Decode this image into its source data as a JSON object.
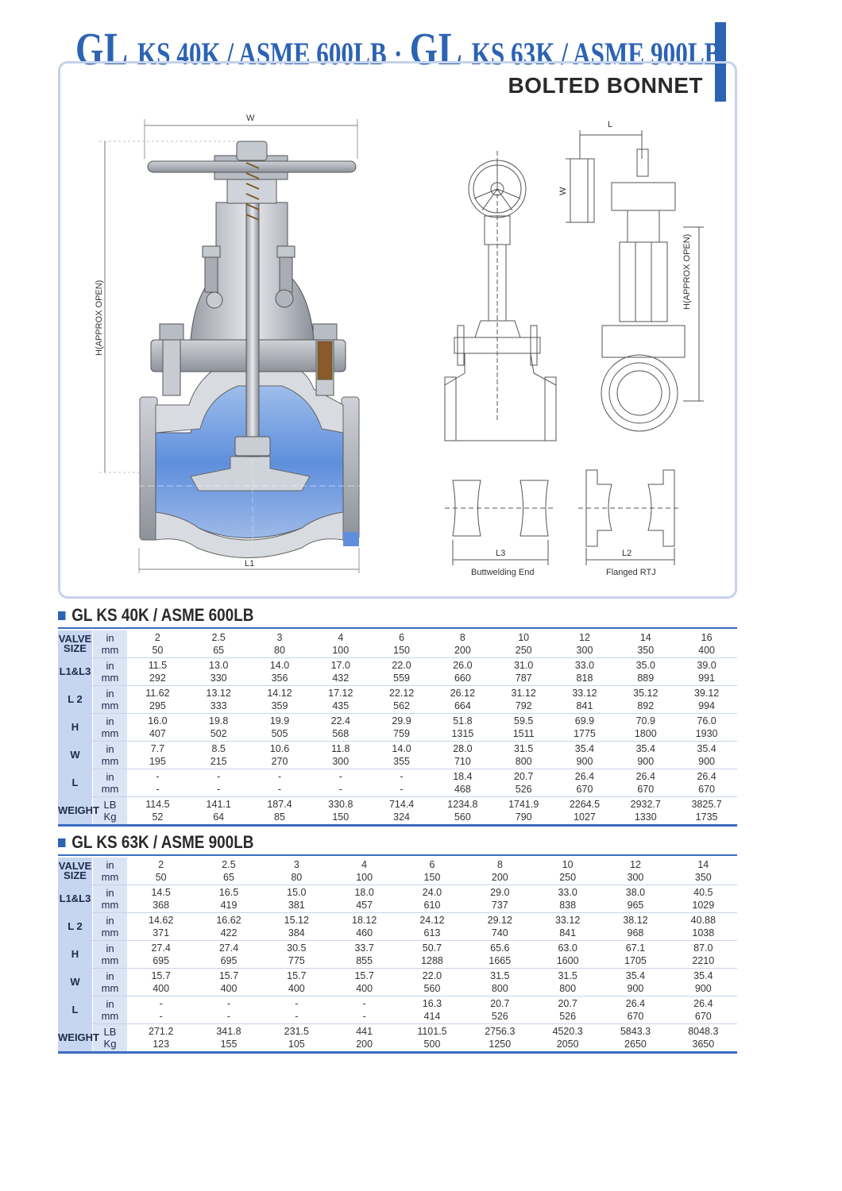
{
  "header": {
    "title_part1_gl": "GL",
    "title_part1_spec": "KS 40K / ASME 600LB",
    "title_sep": "·",
    "title_part2_gl": "GL",
    "title_part2_spec": "KS 63K / ASME 900LB",
    "subtitle": "BOLTED BONNET"
  },
  "drawing_labels": {
    "w": "W",
    "h_approx_open": "H(APPROX OPEN)",
    "l1": "L1",
    "l": "L",
    "w2": "W",
    "h_approx_open_2": "H(APPROX OPEN)",
    "l3": "L3",
    "l2": "L2",
    "buttwelding": "Buttwelding End",
    "flanged_rtj": "Flanged RTJ"
  },
  "colors": {
    "accent": "#2c63b3",
    "header_cell": "#c7d6f0",
    "unit_cell": "#d9e4f5"
  },
  "tables": [
    {
      "title": "GL KS 40K / ASME 600LB",
      "rows": [
        {
          "label": [
            "VALVE",
            "SIZE"
          ],
          "units": [
            "in",
            "mm"
          ],
          "values": [
            [
              "2",
              "50"
            ],
            [
              "2.5",
              "65"
            ],
            [
              "3",
              "80"
            ],
            [
              "4",
              "100"
            ],
            [
              "6",
              "150"
            ],
            [
              "8",
              "200"
            ],
            [
              "10",
              "250"
            ],
            [
              "12",
              "300"
            ],
            [
              "14",
              "350"
            ],
            [
              "16",
              "400"
            ]
          ]
        },
        {
          "label": [
            "L1&L3"
          ],
          "units": [
            "in",
            "mm"
          ],
          "values": [
            [
              "11.5",
              "292"
            ],
            [
              "13.0",
              "330"
            ],
            [
              "14.0",
              "356"
            ],
            [
              "17.0",
              "432"
            ],
            [
              "22.0",
              "559"
            ],
            [
              "26.0",
              "660"
            ],
            [
              "31.0",
              "787"
            ],
            [
              "33.0",
              "818"
            ],
            [
              "35.0",
              "889"
            ],
            [
              "39.0",
              "991"
            ]
          ]
        },
        {
          "label": [
            "L 2"
          ],
          "units": [
            "in",
            "mm"
          ],
          "values": [
            [
              "11.62",
              "295"
            ],
            [
              "13.12",
              "333"
            ],
            [
              "14.12",
              "359"
            ],
            [
              "17.12",
              "435"
            ],
            [
              "22.12",
              "562"
            ],
            [
              "26.12",
              "664"
            ],
            [
              "31.12",
              "792"
            ],
            [
              "33.12",
              "841"
            ],
            [
              "35.12",
              "892"
            ],
            [
              "39.12",
              "994"
            ]
          ]
        },
        {
          "label": [
            "H"
          ],
          "units": [
            "in",
            "mm"
          ],
          "values": [
            [
              "16.0",
              "407"
            ],
            [
              "19.8",
              "502"
            ],
            [
              "19.9",
              "505"
            ],
            [
              "22.4",
              "568"
            ],
            [
              "29.9",
              "759"
            ],
            [
              "51.8",
              "1315"
            ],
            [
              "59.5",
              "1511"
            ],
            [
              "69.9",
              "1775"
            ],
            [
              "70.9",
              "1800"
            ],
            [
              "76.0",
              "1930"
            ]
          ]
        },
        {
          "label": [
            "W"
          ],
          "units": [
            "in",
            "mm"
          ],
          "values": [
            [
              "7.7",
              "195"
            ],
            [
              "8.5",
              "215"
            ],
            [
              "10.6",
              "270"
            ],
            [
              "11.8",
              "300"
            ],
            [
              "14.0",
              "355"
            ],
            [
              "28.0",
              "710"
            ],
            [
              "31.5",
              "800"
            ],
            [
              "35.4",
              "900"
            ],
            [
              "35.4",
              "900"
            ],
            [
              "35.4",
              "900"
            ]
          ]
        },
        {
          "label": [
            "L"
          ],
          "units": [
            "in",
            "mm"
          ],
          "values": [
            [
              "-",
              "-"
            ],
            [
              "-",
              "-"
            ],
            [
              "-",
              "-"
            ],
            [
              "-",
              "-"
            ],
            [
              "-",
              "-"
            ],
            [
              "18.4",
              "468"
            ],
            [
              "20.7",
              "526"
            ],
            [
              "26.4",
              "670"
            ],
            [
              "26.4",
              "670"
            ],
            [
              "26.4",
              "670"
            ]
          ]
        },
        {
          "label": [
            "WEIGHT"
          ],
          "units": [
            "LB",
            "Kg"
          ],
          "values": [
            [
              "114.5",
              "52"
            ],
            [
              "141.1",
              "64"
            ],
            [
              "187.4",
              "85"
            ],
            [
              "330.8",
              "150"
            ],
            [
              "714.4",
              "324"
            ],
            [
              "1234.8",
              "560"
            ],
            [
              "1741.9",
              "790"
            ],
            [
              "2264.5",
              "1027"
            ],
            [
              "2932.7",
              "1330"
            ],
            [
              "3825.7",
              "1735"
            ]
          ]
        }
      ]
    },
    {
      "title": "GL KS 63K / ASME 900LB",
      "rows": [
        {
          "label": [
            "VALVE",
            "SIZE"
          ],
          "units": [
            "in",
            "mm"
          ],
          "values": [
            [
              "2",
              "50"
            ],
            [
              "2.5",
              "65"
            ],
            [
              "3",
              "80"
            ],
            [
              "4",
              "100"
            ],
            [
              "6",
              "150"
            ],
            [
              "8",
              "200"
            ],
            [
              "10",
              "250"
            ],
            [
              "12",
              "300"
            ],
            [
              "14",
              "350"
            ]
          ]
        },
        {
          "label": [
            "L1&L3"
          ],
          "units": [
            "in",
            "mm"
          ],
          "values": [
            [
              "14.5",
              "368"
            ],
            [
              "16.5",
              "419"
            ],
            [
              "15.0",
              "381"
            ],
            [
              "18.0",
              "457"
            ],
            [
              "24.0",
              "610"
            ],
            [
              "29.0",
              "737"
            ],
            [
              "33.0",
              "838"
            ],
            [
              "38.0",
              "965"
            ],
            [
              "40.5",
              "1029"
            ]
          ]
        },
        {
          "label": [
            "L 2"
          ],
          "units": [
            "in",
            "mm"
          ],
          "values": [
            [
              "14.62",
              "371"
            ],
            [
              "16.62",
              "422"
            ],
            [
              "15.12",
              "384"
            ],
            [
              "18.12",
              "460"
            ],
            [
              "24.12",
              "613"
            ],
            [
              "29.12",
              "740"
            ],
            [
              "33.12",
              "841"
            ],
            [
              "38.12",
              "968"
            ],
            [
              "40.88",
              "1038"
            ]
          ]
        },
        {
          "label": [
            "H"
          ],
          "units": [
            "in",
            "mm"
          ],
          "values": [
            [
              "27.4",
              "695"
            ],
            [
              "27.4",
              "695"
            ],
            [
              "30.5",
              "775"
            ],
            [
              "33.7",
              "855"
            ],
            [
              "50.7",
              "1288"
            ],
            [
              "65.6",
              "1665"
            ],
            [
              "63.0",
              "1600"
            ],
            [
              "67.1",
              "1705"
            ],
            [
              "87.0",
              "2210"
            ]
          ]
        },
        {
          "label": [
            "W"
          ],
          "units": [
            "in",
            "mm"
          ],
          "values": [
            [
              "15.7",
              "400"
            ],
            [
              "15.7",
              "400"
            ],
            [
              "15.7",
              "400"
            ],
            [
              "15.7",
              "400"
            ],
            [
              "22.0",
              "560"
            ],
            [
              "31.5",
              "800"
            ],
            [
              "31.5",
              "800"
            ],
            [
              "35.4",
              "900"
            ],
            [
              "35.4",
              "900"
            ]
          ]
        },
        {
          "label": [
            "L"
          ],
          "units": [
            "in",
            "mm"
          ],
          "values": [
            [
              "-",
              "-"
            ],
            [
              "-",
              "-"
            ],
            [
              "-",
              "-"
            ],
            [
              "-",
              "-"
            ],
            [
              "16.3",
              "414"
            ],
            [
              "20.7",
              "526"
            ],
            [
              "20.7",
              "526"
            ],
            [
              "26.4",
              "670"
            ],
            [
              "26.4",
              "670"
            ]
          ]
        },
        {
          "label": [
            "WEIGHT"
          ],
          "units": [
            "LB",
            "Kg"
          ],
          "values": [
            [
              "271.2",
              "123"
            ],
            [
              "341.8",
              "155"
            ],
            [
              "231.5",
              "105"
            ],
            [
              "441",
              "200"
            ],
            [
              "1101.5",
              "500"
            ],
            [
              "2756.3",
              "1250"
            ],
            [
              "4520.3",
              "2050"
            ],
            [
              "5843.3",
              "2650"
            ],
            [
              "8048.3",
              "3650"
            ]
          ]
        }
      ]
    }
  ]
}
